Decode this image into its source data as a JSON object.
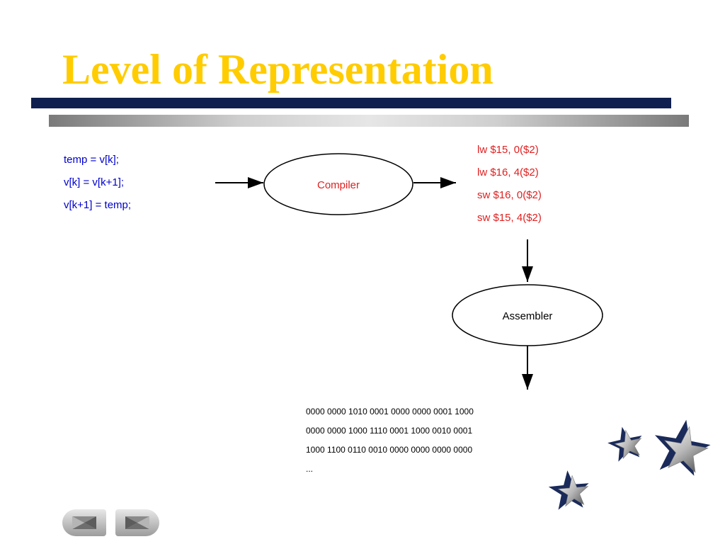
{
  "slide": {
    "title": "Level of Representation"
  },
  "source_code": {
    "lines": [
      "temp = v[k];",
      "v[k] = v[k+1];",
      "v[k+1] = temp;"
    ]
  },
  "compiler": {
    "label": "Compiler"
  },
  "assembly": {
    "lines": [
      "lw $15, 0($2)",
      "lw $16, 4($2)",
      "sw $16, 0($2)",
      "sw $15, 4($2)"
    ]
  },
  "assembler": {
    "label": "Assembler"
  },
  "machine_code": {
    "lines": [
      "0000 0000 1010 0001 0000 0000 0001 1000",
      "0000 0000 1000 1110 0001 1000 0010 0001",
      "1000 1100 0110 0010 0000 0000 0000 0000",
      "..."
    ]
  },
  "colors": {
    "title": "#ffcc00",
    "source_text": "#0000cc",
    "assembly_text": "#e02020",
    "navy_bar": "#0f1f4f"
  },
  "icons": [
    "star-icon",
    "previous-slide-icon",
    "next-slide-icon"
  ]
}
